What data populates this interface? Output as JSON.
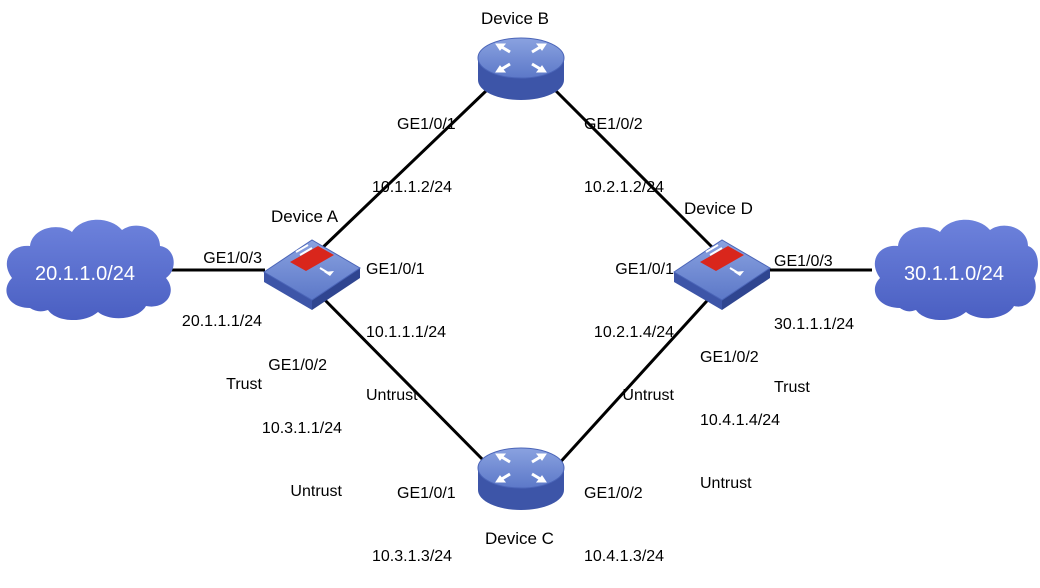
{
  "devices": {
    "a": {
      "name": "Device A"
    },
    "b": {
      "name": "Device B"
    },
    "c": {
      "name": "Device C"
    },
    "d": {
      "name": "Device D"
    }
  },
  "networks": {
    "left": "20.1.1.0/24",
    "right": "30.1.1.0/24"
  },
  "interfaces": {
    "a_ge3": {
      "port": "GE1/0/3",
      "ip": "20.1.1.1/24",
      "zone": "Trust"
    },
    "a_ge1": {
      "port": "GE1/0/1",
      "ip": "10.1.1.1/24",
      "zone": "Untrust"
    },
    "a_ge2": {
      "port": "GE1/0/2",
      "ip": "10.3.1.1/24",
      "zone": "Untrust"
    },
    "b_ge1": {
      "port": "GE1/0/1",
      "ip": "10.1.1.2/24"
    },
    "b_ge2": {
      "port": "GE1/0/2",
      "ip": "10.2.1.2/24"
    },
    "c_ge1": {
      "port": "GE1/0/1",
      "ip": "10.3.1.3/24"
    },
    "c_ge2": {
      "port": "GE1/0/2",
      "ip": "10.4.1.3/24"
    },
    "d_ge1": {
      "port": "GE1/0/1",
      "ip": "10.2.1.4/24",
      "zone": "Untrust"
    },
    "d_ge3": {
      "port": "GE1/0/3",
      "ip": "30.1.1.1/24",
      "zone": "Trust"
    },
    "d_ge2": {
      "port": "GE1/0/2",
      "ip": "10.4.1.4/24",
      "zone": "Untrust"
    }
  },
  "colors": {
    "cloud": "#5a6fd0",
    "router_top": "#6a86cf",
    "router_side": "#3d55a8",
    "firewall_top": "#6a86cf",
    "firewall_band": "#d9261c",
    "link": "#000000"
  }
}
